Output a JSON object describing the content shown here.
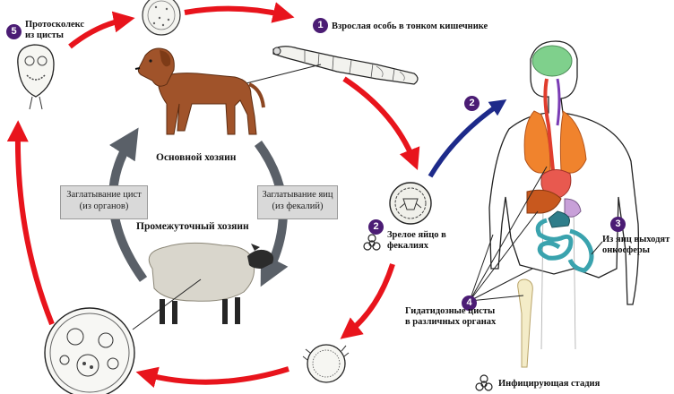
{
  "labels": {
    "adult_worm": "Взрослая особь в тонком кишечнике",
    "protoscolex": "Протосколекс из цисты",
    "definitive_host": "Основной хозяин",
    "intermediate_host": "Промежуточный хозяин",
    "swallow_cysts": "Заглатывание цист (из органов)",
    "swallow_eggs": "Заглатывание яиц (из фекалий)",
    "mature_egg": "Зрелое яйцо в фекалиях",
    "oncospheres": "Из яиц выходят онкосферы",
    "hydatid_cysts": "Гидатидозные цисты в различных органах",
    "infective_stage": "Инфицирующая стадия"
  },
  "badges": {
    "one": "1",
    "two": "2",
    "two_egg": "2",
    "three": "3",
    "four": "4",
    "five": "5"
  },
  "colors": {
    "cycle_arrow": "#e8141c",
    "human_arrow": "#1d2a8a",
    "host_arrow": "#5a6068",
    "badge": "#4b1c74"
  },
  "icons": [
    "dog-icon",
    "sheep-icon",
    "human-body-icon",
    "tapeworm-icon",
    "egg-icon",
    "cyst-icon",
    "protoscolex-icon",
    "biohazard-icon"
  ]
}
